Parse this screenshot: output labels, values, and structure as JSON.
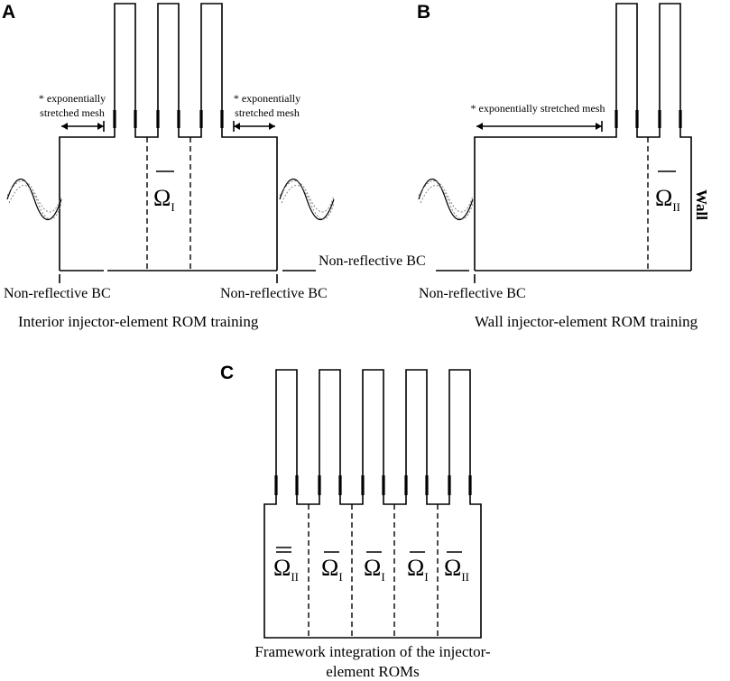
{
  "panels": {
    "a": {
      "letter": "A",
      "caption": "Interior injector-element ROM training",
      "note_left": [
        "* exponentially",
        "stretched mesh"
      ],
      "note_right": [
        "* exponentially",
        "stretched mesh"
      ],
      "bc_left": "Non-reflective BC",
      "bc_right": "Non-reflective BC",
      "region": {
        "symbol": "Ω",
        "sub": "I"
      }
    },
    "b": {
      "letter": "B",
      "caption": "Wall injector-element ROM training",
      "note": "* exponentially stretched mesh",
      "bc_top": "Non-reflective BC",
      "bc_left": "Non-reflective BC",
      "wall_label": "Wall",
      "region": {
        "symbol": "Ω",
        "sub": "II"
      }
    },
    "c": {
      "letter": "C",
      "caption_lines": [
        "Framework integration of the injector-",
        "element ROMs"
      ],
      "regions": [
        {
          "symbol": "Ω",
          "sub": "II",
          "double_bar": true
        },
        {
          "symbol": "Ω",
          "sub": "I",
          "double_bar": false
        },
        {
          "symbol": "Ω",
          "sub": "I",
          "double_bar": false
        },
        {
          "symbol": "Ω",
          "sub": "I",
          "double_bar": false
        },
        {
          "symbol": "Ω",
          "sub": "II",
          "double_bar": false
        }
      ]
    }
  }
}
